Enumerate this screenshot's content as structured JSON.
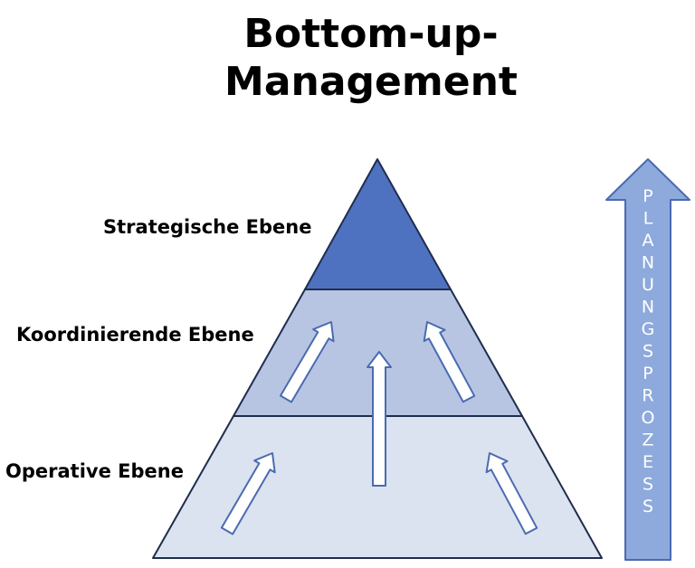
{
  "title": {
    "line1": "Bottom-up-",
    "line2": "Management"
  },
  "levels": [
    {
      "label": "Strategische Ebene",
      "color": "#4e71c0"
    },
    {
      "label": "Koordinierende Ebene",
      "color": "#b7c5e3"
    },
    {
      "label": "Operative Ebene",
      "color": "#dbe2f0"
    }
  ],
  "side_arrow": {
    "text": "PLANUNGSPROZESS",
    "color": "#8ea9db",
    "stroke": "#4a6bb0"
  }
}
